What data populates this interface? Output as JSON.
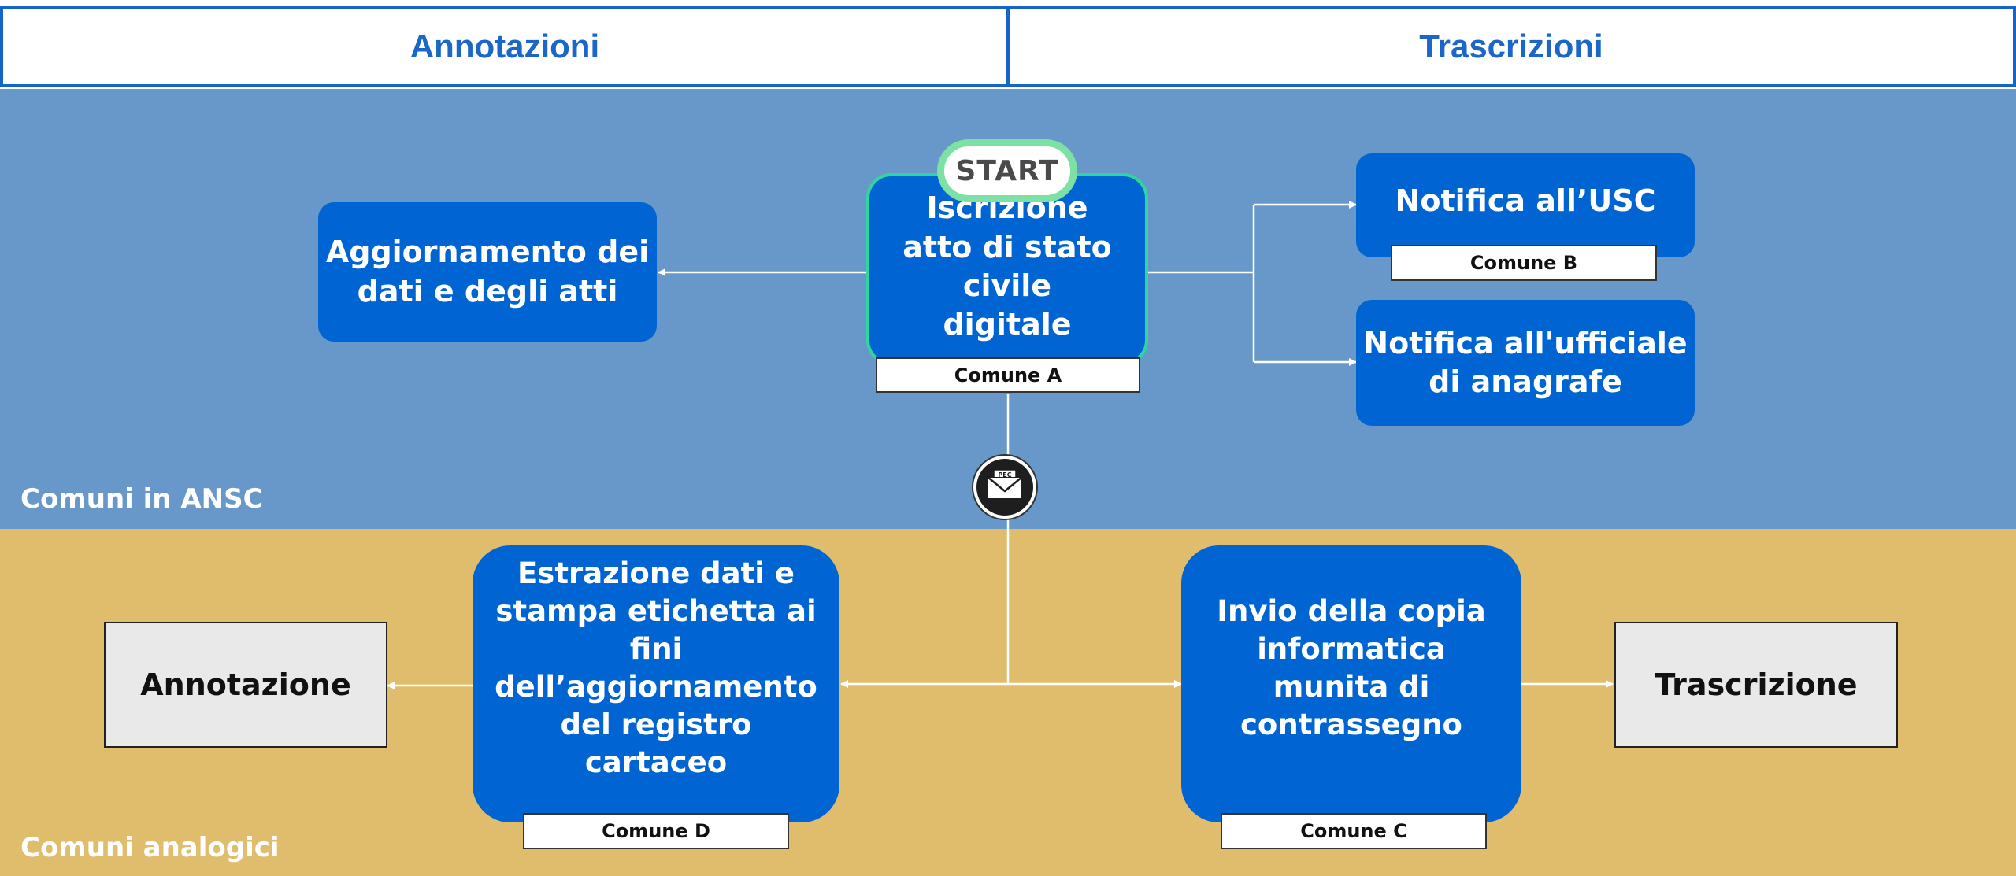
{
  "header": {
    "left_title": "Annotazioni",
    "right_title": "Trascrizioni"
  },
  "bands": {
    "top_label": "Comuni in ANSC",
    "bottom_label": "Comuni analogici"
  },
  "start_badge": "START",
  "pec_icon_label": "PEC",
  "nodes": {
    "iscrizione": "Iscrizione atto di stato civile digitale",
    "iscrizione_tag": "Comune A",
    "aggiornamento": "Aggiornamento dei dati e degli atti",
    "notifica_usc": "Notifica all’USC",
    "notifica_usc_tag": "Comune B",
    "notifica_anagrafe": "Notifica all'ufficiale di anagrafe",
    "estrazione": "Estrazione dati e stampa etichetta ai fini dell’aggiornamento del registro cartaceo",
    "estrazione_tag": "Comune D",
    "invio": "Invio della copia informatica munita di contrassegno",
    "invio_tag": "Comune C",
    "annotazione": "Annotazione",
    "trascrizione": "Trascrizione"
  },
  "colors": {
    "accent_blue": "#0064d2",
    "header_blue": "#1565c8",
    "top_band": "#6898c9",
    "bottom_band": "#dfbd6c",
    "start_border": "#7de0a5"
  }
}
